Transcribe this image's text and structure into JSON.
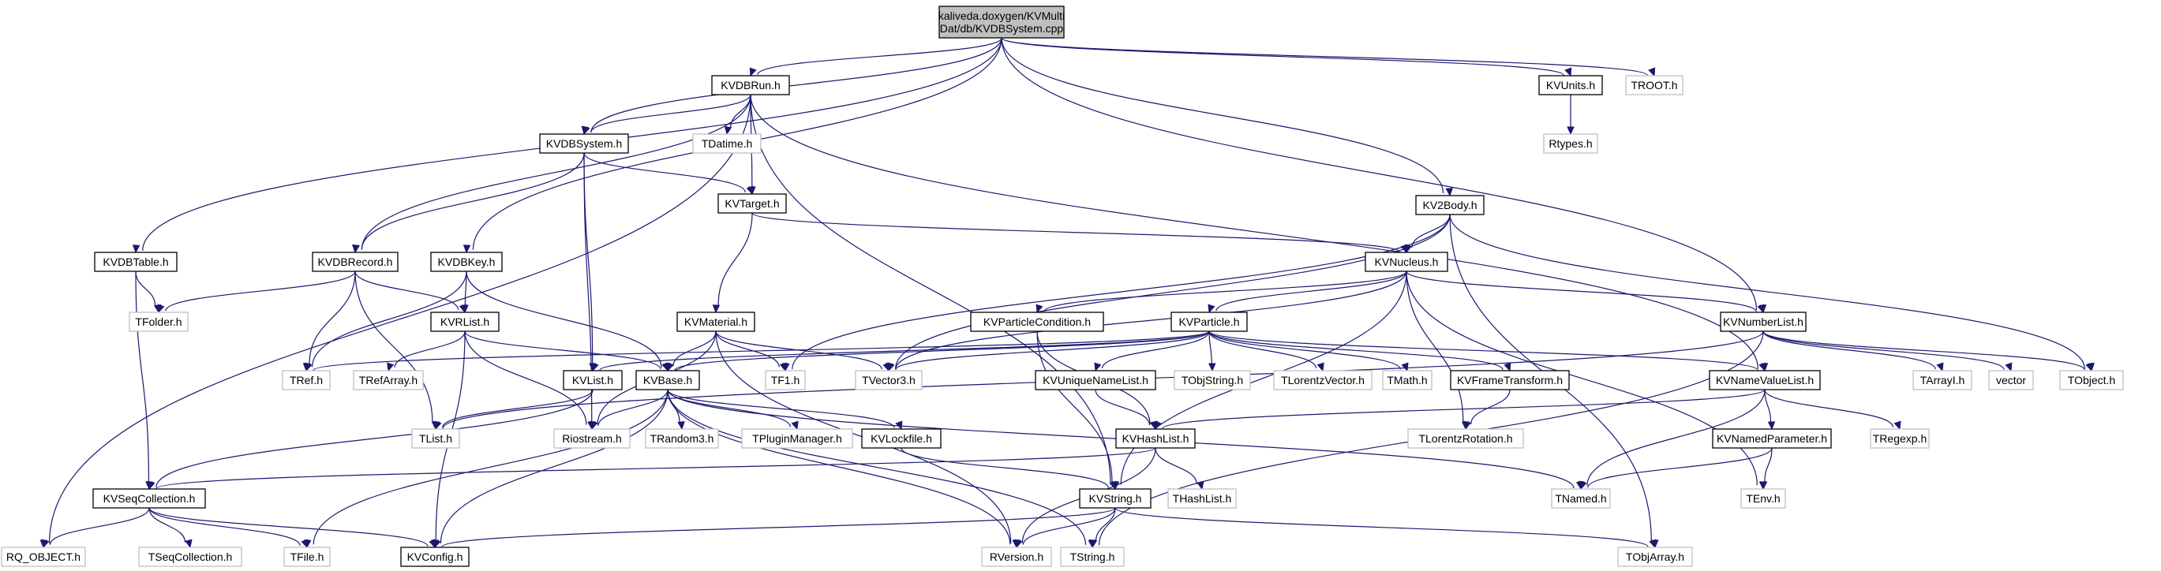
{
  "graph": {
    "colors": {
      "edge": "#191970",
      "node_border": "#000000",
      "external_border": "#bfbfbf",
      "root_fill": "#bfbfbf"
    },
    "nodes": [
      {
        "id": "root",
        "lines": [
          "kaliveda.doxygen/KVMulti",
          "Dat/db/KVDBSystem.cpp"
        ],
        "kind": "root"
      },
      {
        "id": "KVDBRun",
        "lines": [
          "KVDBRun.h"
        ],
        "kind": "doc"
      },
      {
        "id": "KVUnits",
        "lines": [
          "KVUnits.h"
        ],
        "kind": "doc"
      },
      {
        "id": "TROOT",
        "lines": [
          "TROOT.h"
        ],
        "kind": "ext"
      },
      {
        "id": "Rtypes",
        "lines": [
          "Rtypes.h"
        ],
        "kind": "ext"
      },
      {
        "id": "KVDBSystem",
        "lines": [
          "KVDBSystem.h"
        ],
        "kind": "doc"
      },
      {
        "id": "TDatime",
        "lines": [
          "TDatime.h"
        ],
        "kind": "ext"
      },
      {
        "id": "KVTarget",
        "lines": [
          "KVTarget.h"
        ],
        "kind": "doc"
      },
      {
        "id": "KV2Body",
        "lines": [
          "KV2Body.h"
        ],
        "kind": "doc"
      },
      {
        "id": "KVDBTable",
        "lines": [
          "KVDBTable.h"
        ],
        "kind": "doc"
      },
      {
        "id": "KVDBRecord",
        "lines": [
          "KVDBRecord.h"
        ],
        "kind": "doc"
      },
      {
        "id": "KVDBKey",
        "lines": [
          "KVDBKey.h"
        ],
        "kind": "doc"
      },
      {
        "id": "KVNucleus",
        "lines": [
          "KVNucleus.h"
        ],
        "kind": "doc"
      },
      {
        "id": "TFolder",
        "lines": [
          "TFolder.h"
        ],
        "kind": "ext"
      },
      {
        "id": "KVRList",
        "lines": [
          "KVRList.h"
        ],
        "kind": "doc"
      },
      {
        "id": "KVMaterial",
        "lines": [
          "KVMaterial.h"
        ],
        "kind": "doc"
      },
      {
        "id": "KVParticleCondition",
        "lines": [
          "KVParticleCondition.h"
        ],
        "kind": "doc"
      },
      {
        "id": "KVParticle",
        "lines": [
          "KVParticle.h"
        ],
        "kind": "doc"
      },
      {
        "id": "KVNumberList",
        "lines": [
          "KVNumberList.h"
        ],
        "kind": "doc"
      },
      {
        "id": "TRef",
        "lines": [
          "TRef.h"
        ],
        "kind": "ext"
      },
      {
        "id": "TRefArray",
        "lines": [
          "TRefArray.h"
        ],
        "kind": "ext"
      },
      {
        "id": "KVList",
        "lines": [
          "KVList.h"
        ],
        "kind": "doc"
      },
      {
        "id": "KVBase",
        "lines": [
          "KVBase.h"
        ],
        "kind": "doc"
      },
      {
        "id": "TF1",
        "lines": [
          "TF1.h"
        ],
        "kind": "ext"
      },
      {
        "id": "TVector3",
        "lines": [
          "TVector3.h"
        ],
        "kind": "ext"
      },
      {
        "id": "KVUniqueNameList",
        "lines": [
          "KVUniqueNameList.h"
        ],
        "kind": "doc"
      },
      {
        "id": "TObjString",
        "lines": [
          "TObjString.h"
        ],
        "kind": "ext"
      },
      {
        "id": "TLorentzVector",
        "lines": [
          "TLorentzVector.h"
        ],
        "kind": "ext"
      },
      {
        "id": "TMath",
        "lines": [
          "TMath.h"
        ],
        "kind": "ext"
      },
      {
        "id": "KVFrameTransform",
        "lines": [
          "KVFrameTransform.h"
        ],
        "kind": "doc"
      },
      {
        "id": "KVNameValueList",
        "lines": [
          "KVNameValueList.h"
        ],
        "kind": "doc"
      },
      {
        "id": "TArrayI",
        "lines": [
          "TArrayI.h"
        ],
        "kind": "ext"
      },
      {
        "id": "vector",
        "lines": [
          "vector"
        ],
        "kind": "ext"
      },
      {
        "id": "TObject",
        "lines": [
          "TObject.h"
        ],
        "kind": "ext"
      },
      {
        "id": "Riostream",
        "lines": [
          "Riostream.h"
        ],
        "kind": "ext"
      },
      {
        "id": "TList",
        "lines": [
          "TList.h"
        ],
        "kind": "ext"
      },
      {
        "id": "TRandom3",
        "lines": [
          "TRandom3.h"
        ],
        "kind": "ext"
      },
      {
        "id": "TPluginManager",
        "lines": [
          "TPluginManager.h"
        ],
        "kind": "ext"
      },
      {
        "id": "KVLockfile",
        "lines": [
          "KVLockfile.h"
        ],
        "kind": "doc"
      },
      {
        "id": "KVHashList",
        "lines": [
          "KVHashList.h"
        ],
        "kind": "doc"
      },
      {
        "id": "TLorentzRotation",
        "lines": [
          "TLorentzRotation.h"
        ],
        "kind": "ext"
      },
      {
        "id": "KVNamedParameter",
        "lines": [
          "KVNamedParameter.h"
        ],
        "kind": "doc"
      },
      {
        "id": "TRegexp",
        "lines": [
          "TRegexp.h"
        ],
        "kind": "ext"
      },
      {
        "id": "KVSeqCollection",
        "lines": [
          "KVSeqCollection.h"
        ],
        "kind": "doc"
      },
      {
        "id": "THashList",
        "lines": [
          "THashList.h"
        ],
        "kind": "ext"
      },
      {
        "id": "KVString",
        "lines": [
          "KVString.h"
        ],
        "kind": "doc"
      },
      {
        "id": "TNamed",
        "lines": [
          "TNamed.h"
        ],
        "kind": "ext"
      },
      {
        "id": "TEnv",
        "lines": [
          "TEnv.h"
        ],
        "kind": "ext"
      },
      {
        "id": "RQ_OBJECT",
        "lines": [
          "RQ_OBJECT.h"
        ],
        "kind": "ext"
      },
      {
        "id": "TSeqCollection",
        "lines": [
          "TSeqCollection.h"
        ],
        "kind": "ext"
      },
      {
        "id": "TFile",
        "lines": [
          "TFile.h"
        ],
        "kind": "ext"
      },
      {
        "id": "KVConfig",
        "lines": [
          "KVConfig.h"
        ],
        "kind": "doc"
      },
      {
        "id": "RVersion",
        "lines": [
          "RVersion.h"
        ],
        "kind": "ext"
      },
      {
        "id": "TString",
        "lines": [
          "TString.h"
        ],
        "kind": "ext"
      },
      {
        "id": "TObjArray",
        "lines": [
          "TObjArray.h"
        ],
        "kind": "ext"
      }
    ],
    "edges": [
      [
        "root",
        "KVDBRun"
      ],
      [
        "root",
        "KVUnits"
      ],
      [
        "root",
        "TROOT"
      ],
      [
        "root",
        "KVDBSystem"
      ],
      [
        "root",
        "KV2Body"
      ],
      [
        "root",
        "KVDBTable"
      ],
      [
        "root",
        "KVDBKey"
      ],
      [
        "root",
        "KVNumberList"
      ],
      [
        "KVUnits",
        "Rtypes"
      ],
      [
        "KVDBRun",
        "KVDBSystem"
      ],
      [
        "KVDBRun",
        "TDatime"
      ],
      [
        "KVDBRun",
        "KVTarget"
      ],
      [
        "KVDBRun",
        "KVDBRecord"
      ],
      [
        "KVDBRun",
        "RQ_OBJECT"
      ],
      [
        "KVDBRun",
        "KVNameValueList"
      ],
      [
        "KVDBRun",
        "KVString"
      ],
      [
        "KVDBSystem",
        "KVTarget"
      ],
      [
        "KVDBSystem",
        "KVDBRecord"
      ],
      [
        "KVDBSystem",
        "KVList"
      ],
      [
        "KVDBSystem",
        "Riostream"
      ],
      [
        "KVTarget",
        "KVMaterial"
      ],
      [
        "KVTarget",
        "KVNucleus"
      ],
      [
        "KV2Body",
        "KVNucleus"
      ],
      [
        "KV2Body",
        "TVector3"
      ],
      [
        "KV2Body",
        "TF1"
      ],
      [
        "KV2Body",
        "TObject"
      ],
      [
        "KV2Body",
        "TObjArray"
      ],
      [
        "KVDBTable",
        "TFolder"
      ],
      [
        "KVDBTable",
        "KVSeqCollection"
      ],
      [
        "KVDBRecord",
        "TFolder"
      ],
      [
        "KVDBRecord",
        "KVRList"
      ],
      [
        "KVDBRecord",
        "TRef"
      ],
      [
        "KVDBRecord",
        "TList"
      ],
      [
        "KVDBKey",
        "KVRList"
      ],
      [
        "KVDBKey",
        "TRef"
      ],
      [
        "KVDBKey",
        "KVBase"
      ],
      [
        "KVRList",
        "TRefArray"
      ],
      [
        "KVRList",
        "KVBase"
      ],
      [
        "KVRList",
        "Riostream"
      ],
      [
        "KVRList",
        "KVConfig"
      ],
      [
        "KVNucleus",
        "KVParticleCondition"
      ],
      [
        "KVNucleus",
        "KVParticle"
      ],
      [
        "KVNucleus",
        "KVNumberList"
      ],
      [
        "KVNucleus",
        "TVector3"
      ],
      [
        "KVNucleus",
        "TLorentzRotation"
      ],
      [
        "KVNucleus",
        "TEnv"
      ],
      [
        "KVNucleus",
        "KVString"
      ],
      [
        "KVMaterial",
        "KVBase"
      ],
      [
        "KVMaterial",
        "TF1"
      ],
      [
        "KVMaterial",
        "TVector3"
      ],
      [
        "KVMaterial",
        "RVersion"
      ],
      [
        "KVMaterial",
        "Riostream"
      ],
      [
        "KVParticleCondition",
        "KVHashList"
      ],
      [
        "KVParticleCondition",
        "KVString"
      ],
      [
        "KVParticle",
        "KVList"
      ],
      [
        "KVParticle",
        "KVBase"
      ],
      [
        "KVParticle",
        "TVector3"
      ],
      [
        "KVParticle",
        "KVUniqueNameList"
      ],
      [
        "KVParticle",
        "TObjString"
      ],
      [
        "KVParticle",
        "TLorentzVector"
      ],
      [
        "KVParticle",
        "TMath"
      ],
      [
        "KVParticle",
        "KVFrameTransform"
      ],
      [
        "KVParticle",
        "KVNameValueList"
      ],
      [
        "KVParticle",
        "TRef"
      ],
      [
        "KVNumberList",
        "TArrayI"
      ],
      [
        "KVNumberList",
        "vector"
      ],
      [
        "KVNumberList",
        "TObject"
      ],
      [
        "KVNumberList",
        "TList"
      ],
      [
        "KVNumberList",
        "TString"
      ],
      [
        "KVList",
        "KVSeqCollection"
      ],
      [
        "KVList",
        "TList"
      ],
      [
        "KVBase",
        "Riostream"
      ],
      [
        "KVBase",
        "TRandom3"
      ],
      [
        "KVBase",
        "TPluginManager"
      ],
      [
        "KVBase",
        "KVLockfile"
      ],
      [
        "KVBase",
        "TNamed"
      ],
      [
        "KVBase",
        "TFile"
      ],
      [
        "KVBase",
        "KVConfig"
      ],
      [
        "KVBase",
        "RVersion"
      ],
      [
        "KVBase",
        "TString"
      ],
      [
        "KVUniqueNameList",
        "KVHashList"
      ],
      [
        "KVFrameTransform",
        "TLorentzRotation"
      ],
      [
        "KVNameValueList",
        "KVNamedParameter"
      ],
      [
        "KVNameValueList",
        "TRegexp"
      ],
      [
        "KVNameValueList",
        "KVHashList"
      ],
      [
        "KVNameValueList",
        "TNamed"
      ],
      [
        "KVLockfile",
        "KVString"
      ],
      [
        "KVHashList",
        "KVSeqCollection"
      ],
      [
        "KVHashList",
        "THashList"
      ],
      [
        "KVHashList",
        "RVersion"
      ],
      [
        "KVNamedParameter",
        "TNamed"
      ],
      [
        "KVNamedParameter",
        "TEnv"
      ],
      [
        "KVSeqCollection",
        "RQ_OBJECT"
      ],
      [
        "KVSeqCollection",
        "TSeqCollection"
      ],
      [
        "KVSeqCollection",
        "TFile"
      ],
      [
        "KVSeqCollection",
        "KVConfig"
      ],
      [
        "KVString",
        "KVConfig"
      ],
      [
        "KVString",
        "RVersion"
      ],
      [
        "KVString",
        "TString"
      ],
      [
        "KVString",
        "TObjArray"
      ]
    ]
  }
}
